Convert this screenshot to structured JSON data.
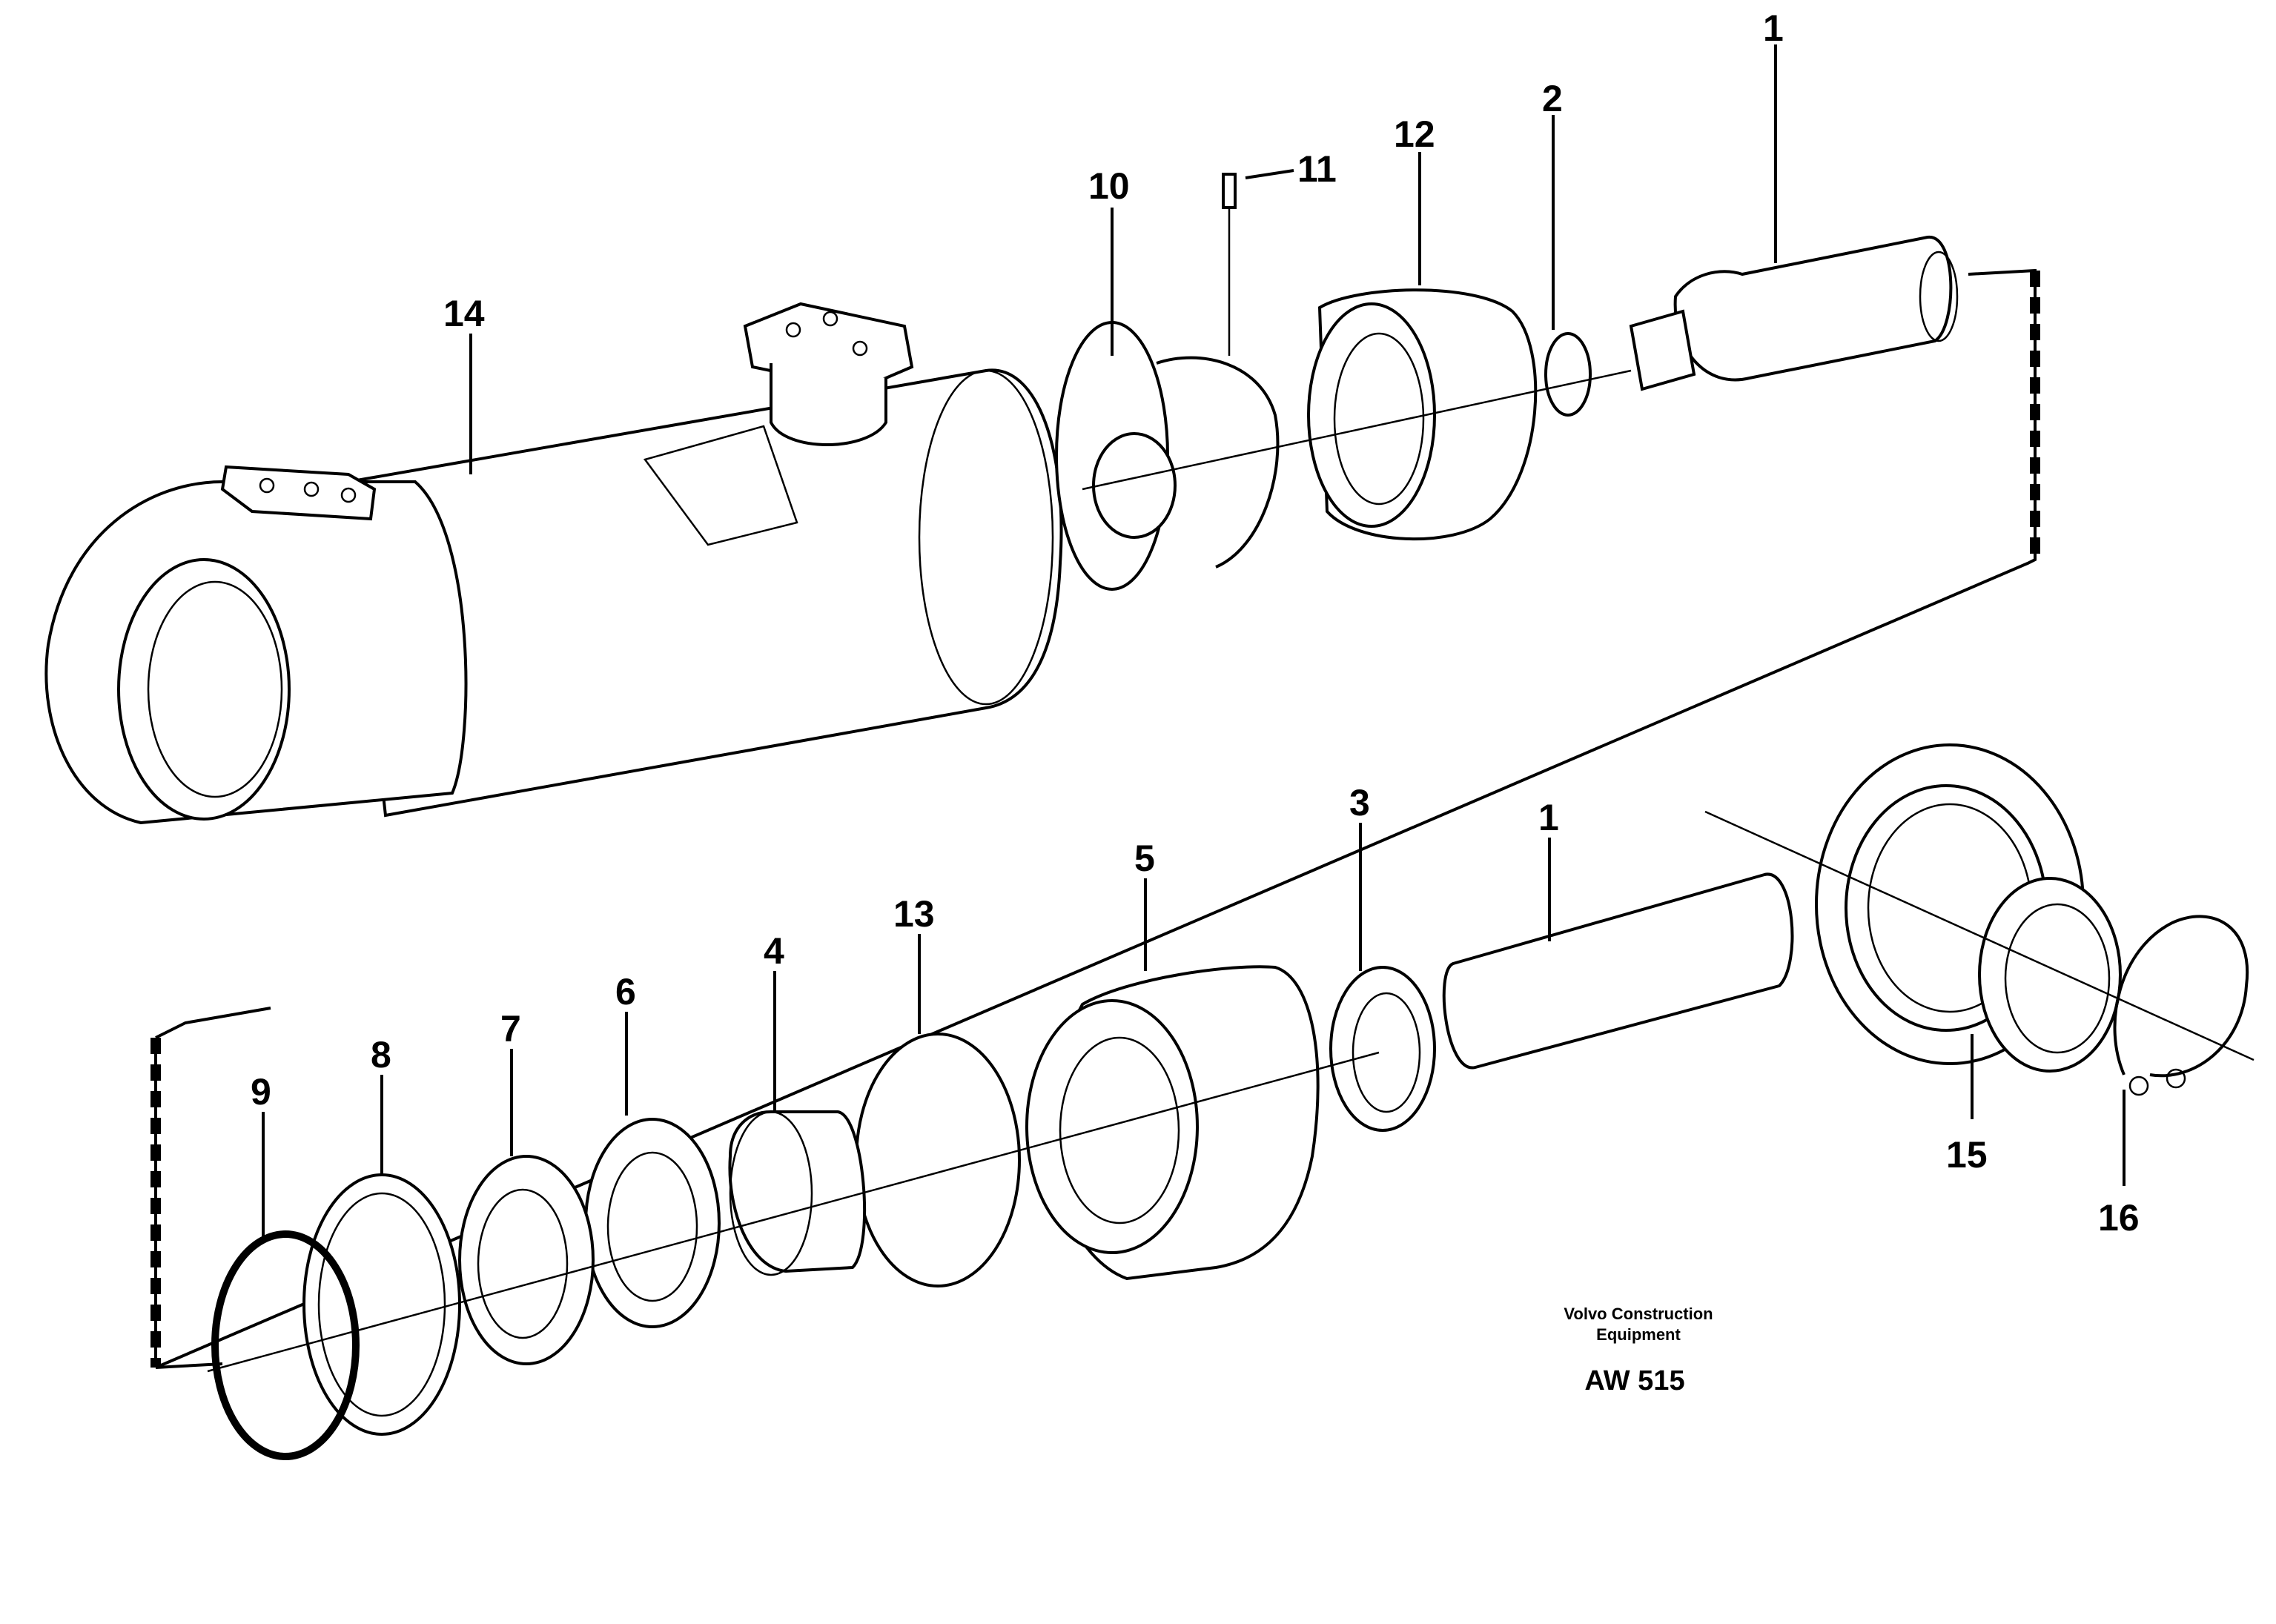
{
  "callouts": {
    "c1a": "1",
    "c2": "2",
    "c12": "12",
    "c11": "11",
    "c10": "10",
    "c14": "14",
    "c3": "3",
    "c1b": "1",
    "c5": "5",
    "c13": "13",
    "c4": "4",
    "c6": "6",
    "c7": "7",
    "c8": "8",
    "c9": "9",
    "c15": "15",
    "c16": "16"
  },
  "credit": {
    "line1": "Volvo Construction",
    "line2": "Equipment",
    "code": "AW 515"
  },
  "colors": {
    "ink": "#000000",
    "paper": "#ffffff"
  }
}
